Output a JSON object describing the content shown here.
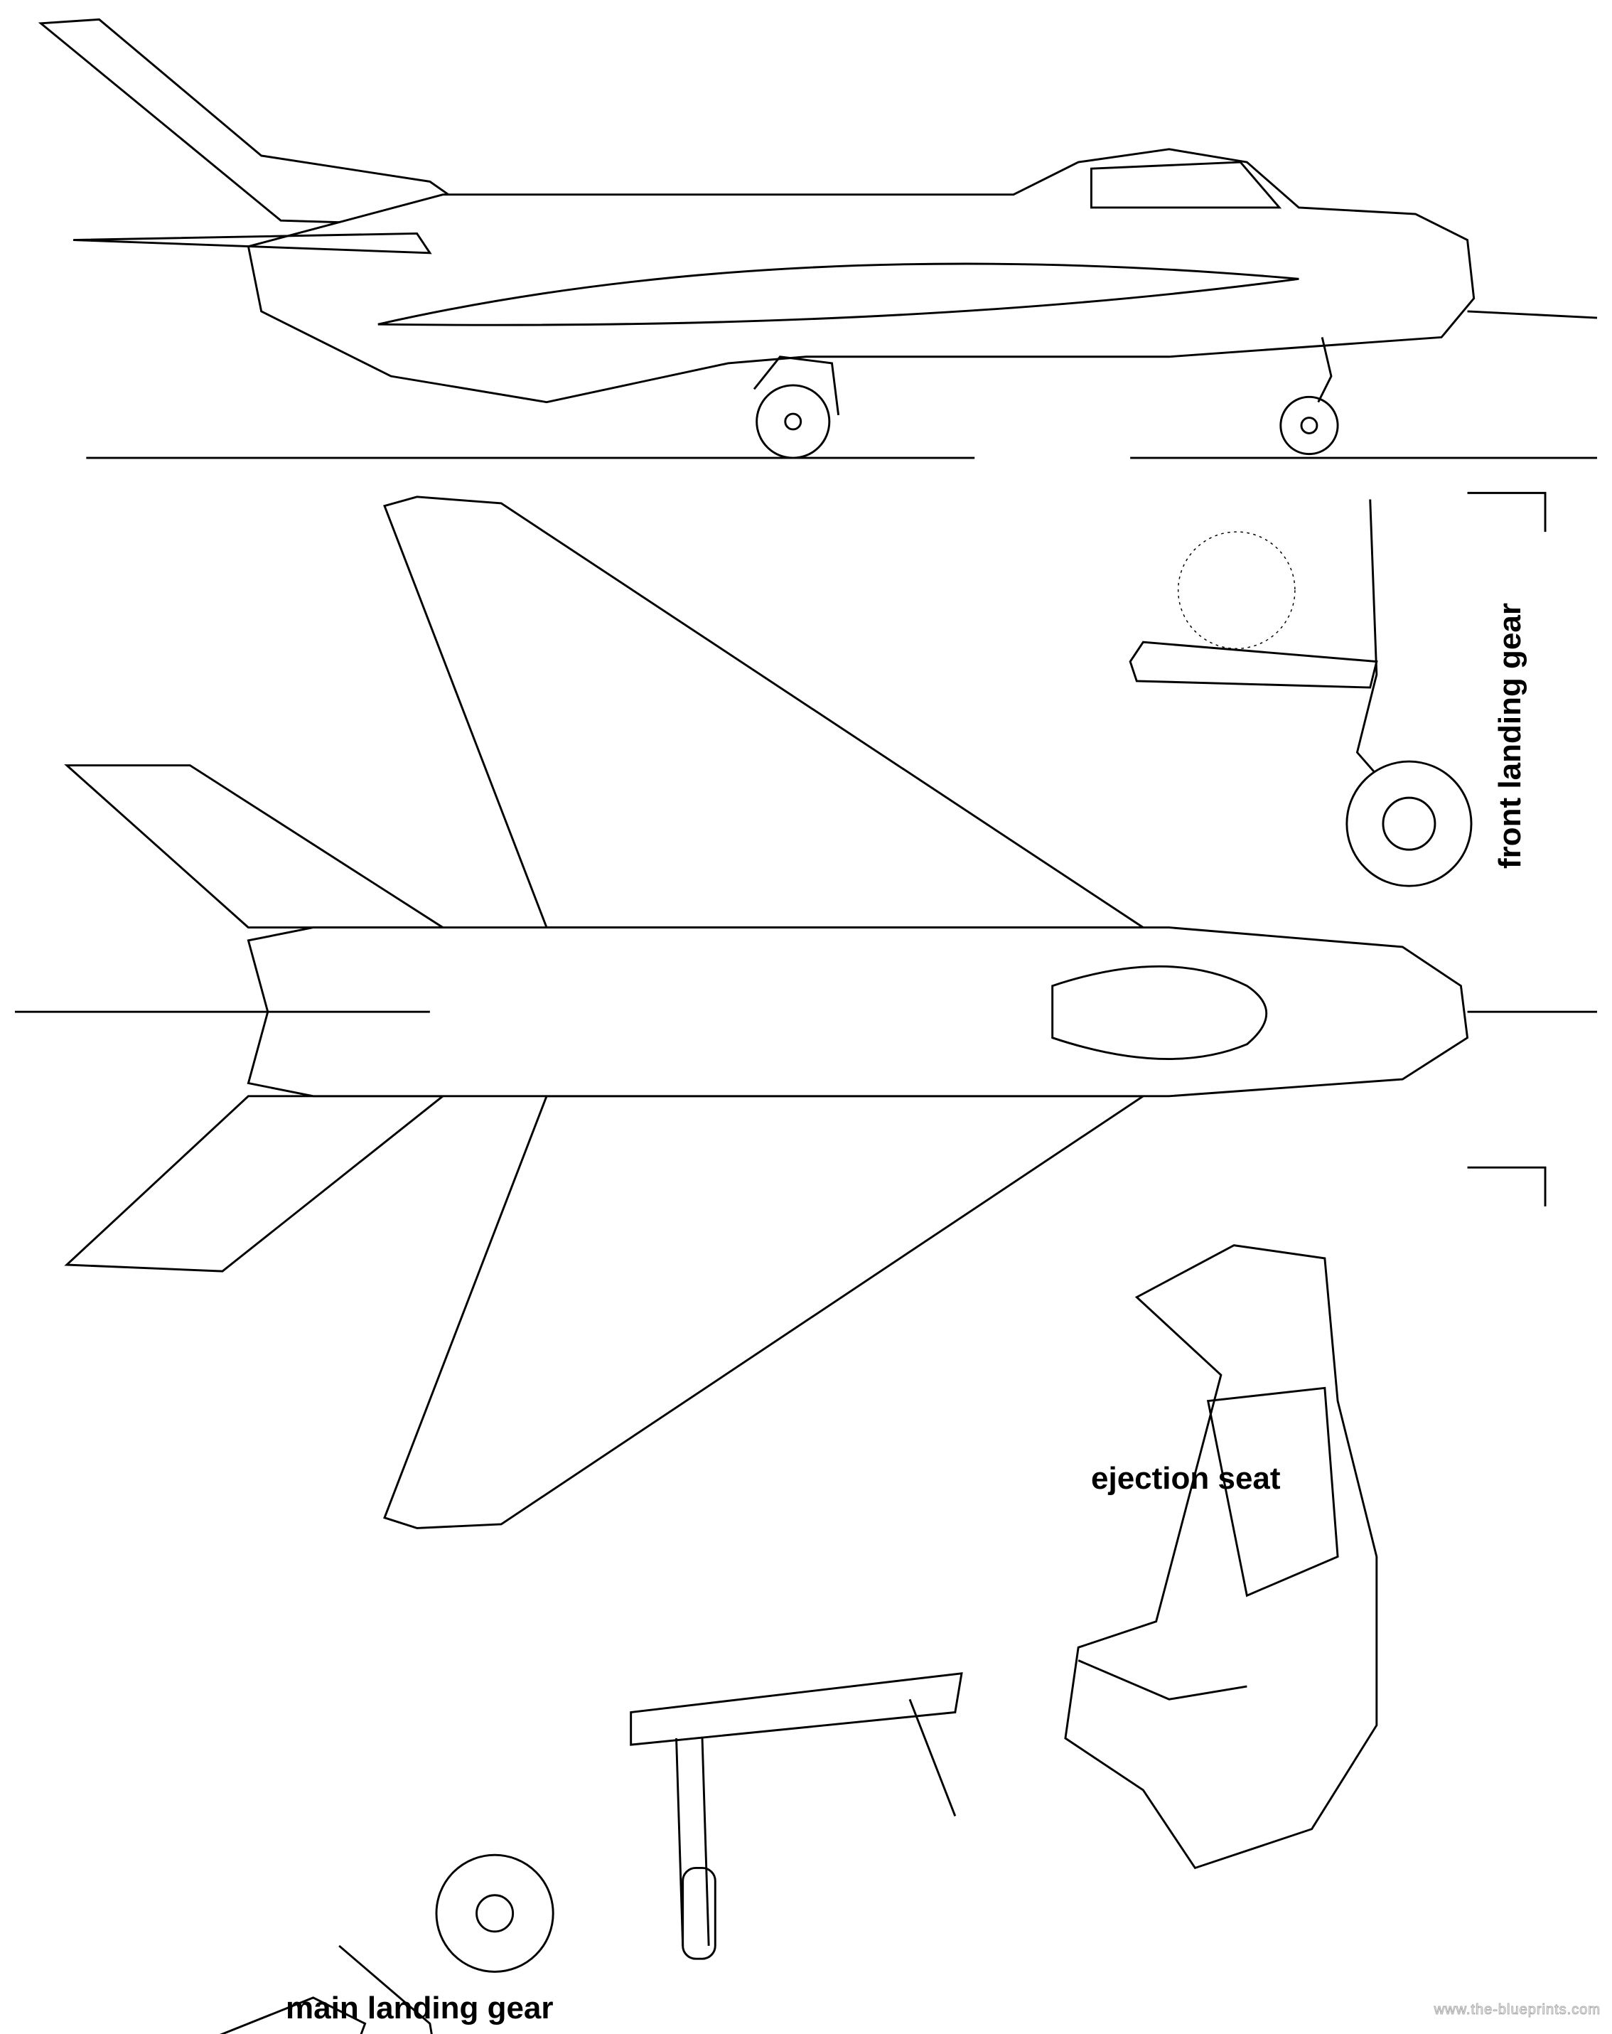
{
  "labels": {
    "front_landing_gear": "front landing gear",
    "ejection_seat": "ejection seat",
    "main_landing_gear": "main landing gear"
  },
  "watermark": "www.the-blueprints.com"
}
